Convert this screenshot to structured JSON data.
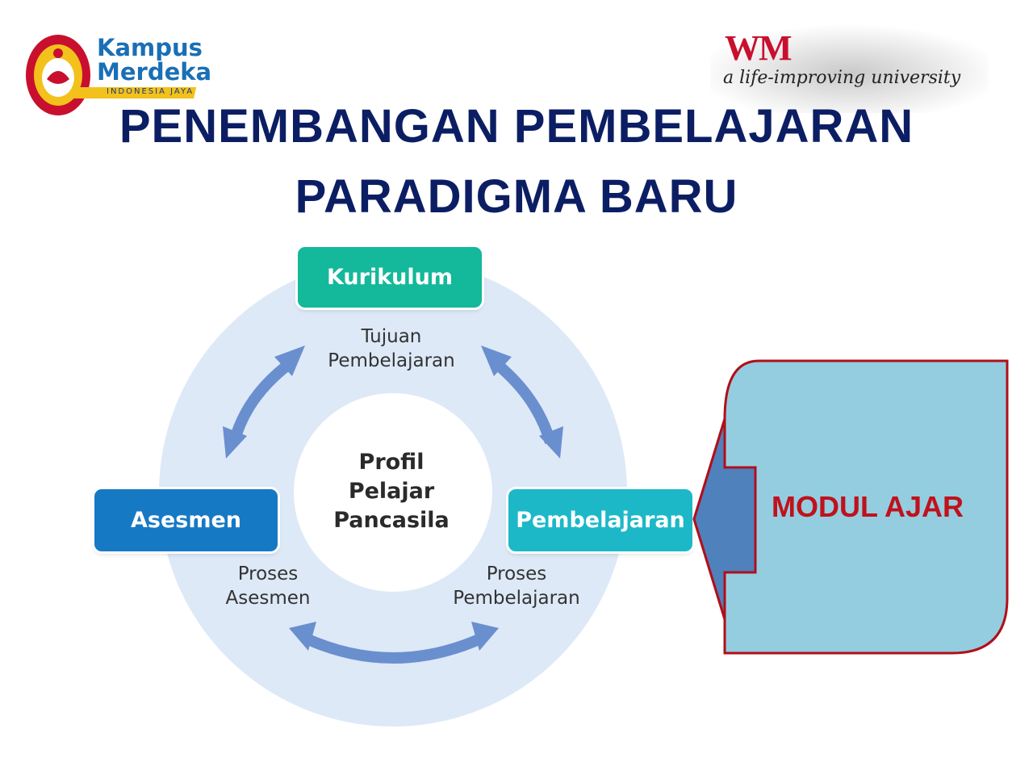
{
  "logos": {
    "kampus_merdeka": {
      "line1": "Kampus",
      "line2": "Merdeka",
      "tagline": "INDONESIA JAYA"
    },
    "university": {
      "mark": "WM",
      "tagline": "a life-improving university"
    }
  },
  "title": {
    "line1": "PENEMBANGAN PEMBELAJARAN",
    "line2": "PARADIGMA BARU"
  },
  "diagram": {
    "center": {
      "line1": "Profil",
      "line2": "Pelajar",
      "line3": "Pancasila"
    },
    "nodes": {
      "kurikulum": "Kurikulum",
      "asesmen": "Asesmen",
      "pembelajaran": "Pembelajaran"
    },
    "edge_labels": {
      "tujuan": {
        "line1": "Tujuan",
        "line2": "Pembelajaran"
      },
      "proses_asesmen": {
        "line1": "Proses",
        "line2": "Asesmen"
      },
      "proses_pembelajaran": {
        "line1": "Proses",
        "line2": "Pembelajaran"
      }
    },
    "colors": {
      "ring": "#dde9f7",
      "arrow": "#6a8fcf",
      "kurikulum": "#14b89a",
      "asesmen": "#1679c4",
      "pembelajaran": "#1cb8c8"
    }
  },
  "callout": {
    "label": "MODUL AJAR",
    "fill": "#94cde0",
    "border": "#b00f1a",
    "pointer": "#4f81bd"
  }
}
